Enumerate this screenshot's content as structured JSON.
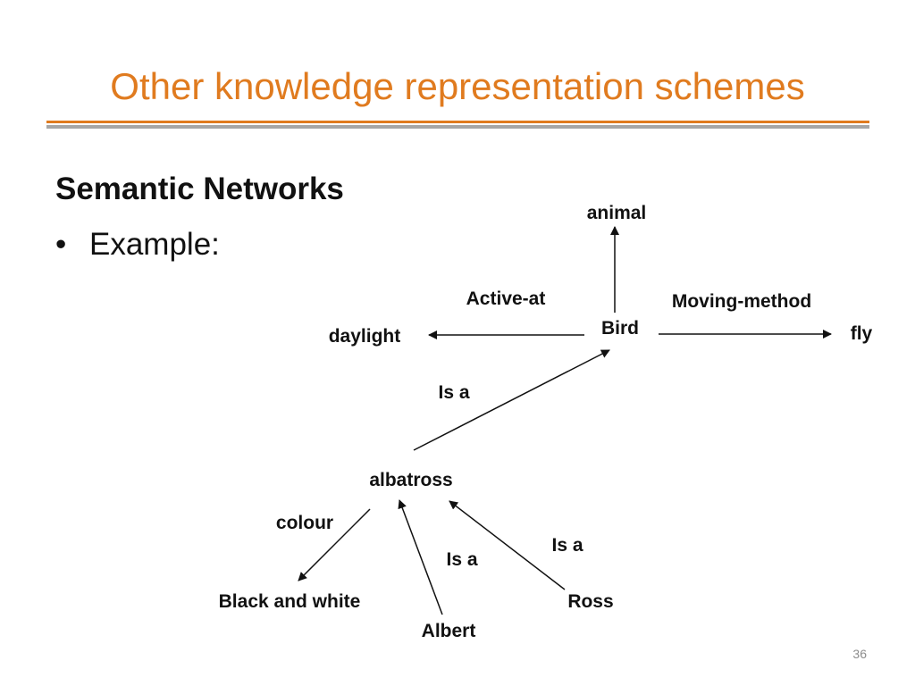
{
  "slide": {
    "title": "Other knowledge representation schemes",
    "heading": "Semantic Networks",
    "bullet_marker": "•",
    "bullet_text": "Example:",
    "page_number": "36",
    "colors": {
      "title": "#E07B1F",
      "rule_primary": "#E07B1F",
      "rule_secondary": "#A6A6A6",
      "text": "#111111"
    }
  },
  "diagram": {
    "nodes": {
      "animal": "animal",
      "bird": "Bird",
      "daylight": "daylight",
      "fly": "fly",
      "albatross": "albatross",
      "black_and_white": "Black and white",
      "albert": "Albert",
      "ross": "Ross"
    },
    "edges": {
      "bird_animal": "",
      "bird_daylight": "Active-at",
      "bird_fly": "Moving-method",
      "albatross_bird": "Is a",
      "albatross_colour": "colour",
      "albert_albatross": "Is a",
      "ross_albatross": "Is a"
    }
  }
}
